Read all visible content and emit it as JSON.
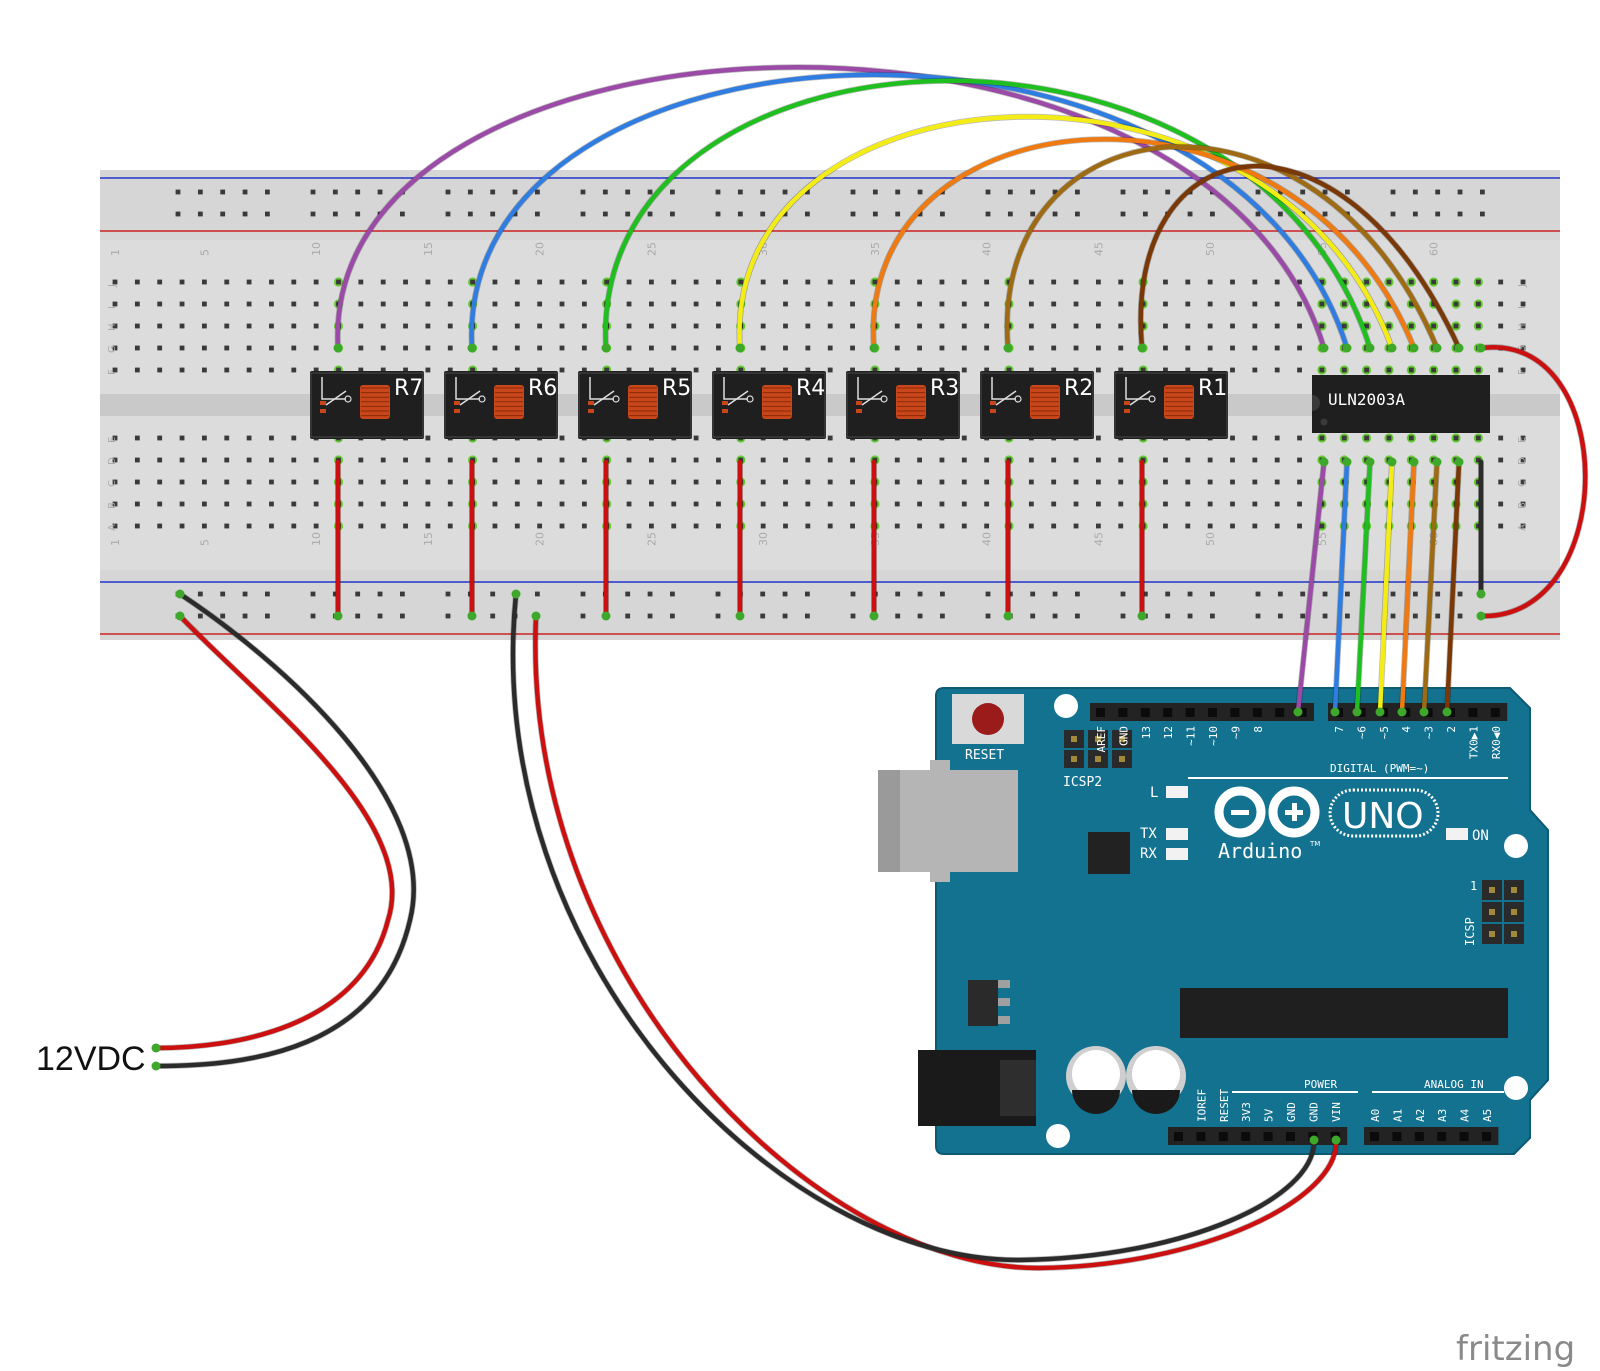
{
  "breadboard": {
    "column_numbers": [
      "1",
      "5",
      "10",
      "15",
      "20",
      "25",
      "30",
      "35",
      "40",
      "45",
      "50",
      "55",
      "60"
    ],
    "top_row_letters": [
      "J",
      "I",
      "H",
      "G",
      "F"
    ],
    "bottom_row_letters": [
      "E",
      "D",
      "C",
      "B",
      "A"
    ],
    "colors": {
      "board": "#dcdcdc",
      "rail_line_blue": "#2233cc",
      "rail_line_red": "#cc2222",
      "hole": "#3a3a3a",
      "hole_active": "#66cc33"
    }
  },
  "relays": [
    {
      "label": "R7",
      "wire_color": "#9b4aa8"
    },
    {
      "label": "R6",
      "wire_color": "#2f7de1"
    },
    {
      "label": "R5",
      "wire_color": "#1fbf1f"
    },
    {
      "label": "R4",
      "wire_color": "#f4ec16"
    },
    {
      "label": "R3",
      "wire_color": "#ee7a11"
    },
    {
      "label": "R2",
      "wire_color": "#9e6a12"
    },
    {
      "label": "R1",
      "wire_color": "#7a3806"
    }
  ],
  "driver_ic": {
    "label": "ULN2003A"
  },
  "power_label": "12VDC",
  "arduino": {
    "reset_label": "RESET",
    "icsp2_label": "ICSP2",
    "icsp_label": "ICSP",
    "icsp_pin1": "1",
    "brand": "Arduino",
    "tm": "TM",
    "model": "UNO",
    "on_label": "ON",
    "l_label": "L",
    "tx_label": "TX",
    "rx_label": "RX",
    "digital_label": "DIGITAL (PWM=~)",
    "power_label": "POWER",
    "analog_label": "ANALOG IN",
    "digital_pins": [
      "AREF",
      "GND",
      "13",
      "12",
      "~11",
      "~10",
      "~9",
      "8",
      "7",
      "~6",
      "~5",
      "4",
      "~3",
      "2",
      "TX0▶1",
      "RX0◀0"
    ],
    "power_pins": [
      "IOREF",
      "RESET",
      "3V3",
      "5V",
      "GND",
      "GND",
      "VIN"
    ],
    "analog_pins": [
      "A0",
      "A1",
      "A2",
      "A3",
      "A4",
      "A5"
    ],
    "colors": {
      "board": "#137290",
      "board_edge": "#0e5a73"
    }
  },
  "wire_colors": {
    "red": "#cc1010",
    "black": "#2b2b2b"
  },
  "watermark": "fritzing"
}
